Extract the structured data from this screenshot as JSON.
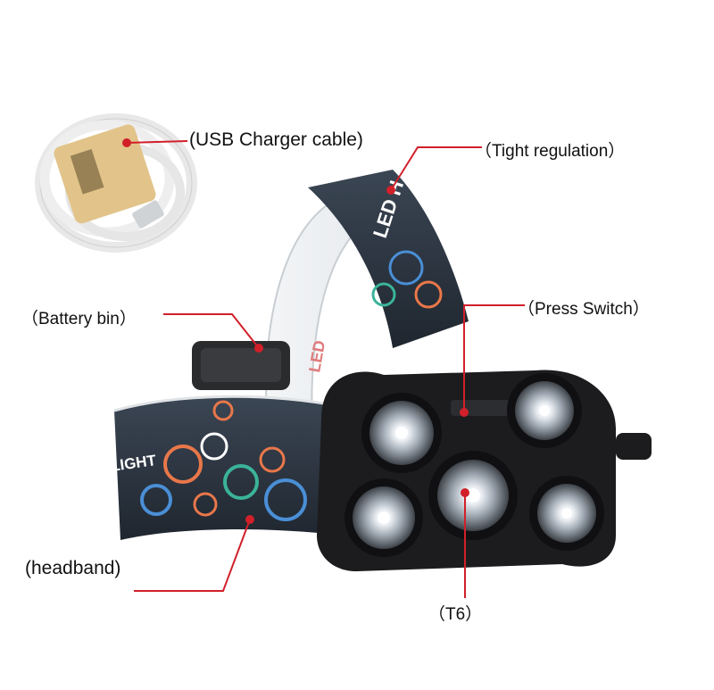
{
  "callouts": {
    "usb": "(USB Charger cable)",
    "tight": "（Tight regulation）",
    "press": "（Press Switch）",
    "battery": "（Battery bin）",
    "headband": "(headband)",
    "t6": "（T6）"
  },
  "band_text": {
    "top": "LED H",
    "left": "LED",
    "front": "LIGHT",
    "battery_print": "LED"
  },
  "colors": {
    "callout_line": "#d1202a",
    "band": "#2b3440",
    "headlamp_body": "#1c1c1e"
  }
}
